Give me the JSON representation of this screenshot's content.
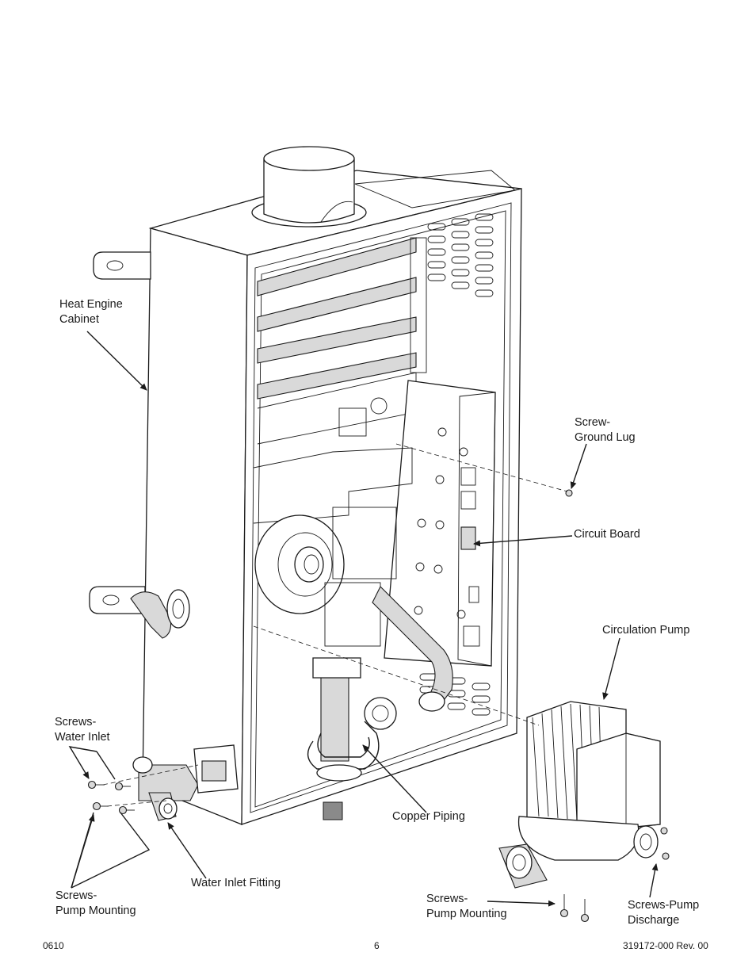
{
  "labels": {
    "heat_engine_cabinet": "Heat Engine\nCabinet",
    "screw_ground_lug": "Screw-\nGround Lug",
    "circuit_board": "Circuit Board",
    "circulation_pump": "Circulation Pump",
    "screws_water_inlet": "Screws-\nWater Inlet",
    "copper_piping": "Copper Piping",
    "water_inlet_fitting": "Water Inlet Fitting",
    "screws_pump_mounting_left": "Screws-\nPump Mounting",
    "screws_pump_mounting_right": "Screws-\nPump Mounting",
    "screws_pump_discharge": "Screws-Pump\nDischarge"
  },
  "footer": {
    "left": "0610",
    "page_number": "6",
    "doc_id": "319172-000 Rev. 00"
  }
}
